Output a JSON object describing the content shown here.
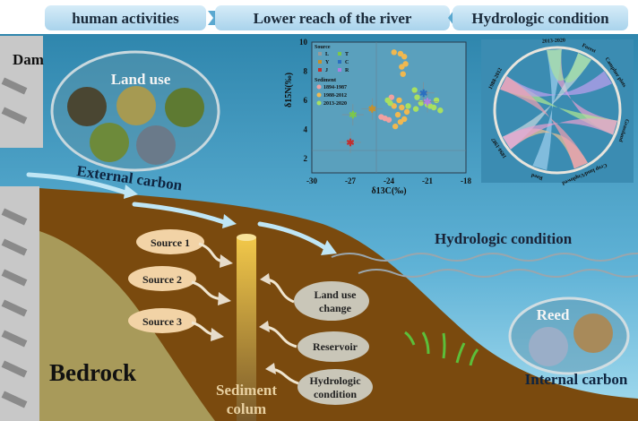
{
  "header": {
    "left": "human activities",
    "middle": "Lower reach of the river",
    "right": "Hydrologic condition"
  },
  "labels": {
    "dam": "Dam",
    "land_use": "Land use",
    "external_carbon": "External carbon",
    "hydrologic_condition": "Hydrologic condition",
    "bedrock": "Bedrock",
    "sediment_1": "Sediment",
    "sediment_2": "colum",
    "reed": "Reed",
    "internal_carbon": "Internal carbon"
  },
  "sources": [
    "Source 1",
    "Source 2",
    "Source 3"
  ],
  "drivers": {
    "land_use_1": "Land use",
    "land_use_2": "change",
    "reservoir": "Reservoir",
    "hydro_1": "Hydrologic",
    "hydro_2": "condition"
  },
  "colors": {
    "sky_top": "#2f86ad",
    "sky_bottom": "#8fcfe6",
    "earth": "#7a4a0e",
    "bedrock": "#a89a5a",
    "dam": "#c8c8c8",
    "header_pill": "#b9dcef"
  },
  "chart_data": [
    {
      "type": "scatter",
      "xlabel": "δ13C(‰)",
      "ylabel": "δ15N(‰)",
      "xlim": [
        -30,
        -18
      ],
      "ylim": [
        1,
        10
      ],
      "xticks": [
        "-30",
        "-27",
        "-24",
        "-21",
        "-18"
      ],
      "yticks": [
        "2",
        "4",
        "6",
        "8",
        "10"
      ],
      "legend": {
        "source_title": "Source",
        "source_items": [
          "L",
          "T",
          "Y",
          "C",
          "J",
          "R"
        ],
        "sediment_title": "Sediment",
        "sediment_items": [
          "1894-1987",
          "1988-2012",
          "2013-2020"
        ],
        "placement": "top-left"
      },
      "sources": [
        {
          "name": "T",
          "x": -26.8,
          "y": 5.0,
          "color": "#7cc84a"
        },
        {
          "name": "Y",
          "x": -25.3,
          "y": 5.4,
          "color": "#c8902a"
        },
        {
          "name": "C",
          "x": -21.3,
          "y": 6.5,
          "color": "#2a6fc0"
        },
        {
          "name": "J",
          "x": -27.0,
          "y": 3.1,
          "color": "#c03030"
        },
        {
          "name": "R",
          "x": -21.0,
          "y": 5.9,
          "color": "#b080e0"
        }
      ],
      "series": [
        {
          "name": "1894-1987",
          "color": "#f0a0a0",
          "points": [
            [
              -24.6,
              4.85
            ],
            [
              -24.3,
              4.75
            ],
            [
              -24.0,
              4.65
            ],
            [
              -23.8,
              6.2
            ]
          ]
        },
        {
          "name": "1988-2012",
          "color": "#f0b850",
          "points": [
            [
              -23.6,
              9.3
            ],
            [
              -23.1,
              9.2
            ],
            [
              -22.8,
              9.0
            ],
            [
              -22.7,
              8.5
            ],
            [
              -23.0,
              8.3
            ],
            [
              -22.9,
              7.8
            ],
            [
              -23.0,
              5.5
            ],
            [
              -23.3,
              5.0
            ],
            [
              -23.1,
              4.5
            ],
            [
              -22.8,
              4.7
            ],
            [
              -23.5,
              4.2
            ],
            [
              -23.2,
              6.0
            ],
            [
              -23.6,
              5.6
            ],
            [
              -22.6,
              5.2
            ]
          ]
        },
        {
          "name": "2013-2020",
          "color": "#a8e060",
          "points": [
            [
              -22.0,
              6.7
            ],
            [
              -21.8,
              6.2
            ],
            [
              -21.5,
              5.8
            ],
            [
              -21.0,
              5.7
            ],
            [
              -20.5,
              5.5
            ],
            [
              -20.0,
              5.3
            ],
            [
              -20.3,
              6.0
            ],
            [
              -22.5,
              5.6
            ],
            [
              -23.9,
              5.8
            ],
            [
              -24.1,
              6.0
            ],
            [
              -21.9,
              5.4
            ],
            [
              -20.8,
              5.6
            ]
          ]
        }
      ]
    },
    {
      "type": "chord",
      "labels": [
        "2013-2020",
        "Forest",
        "Camphor plots",
        "Grassland",
        "Crop land/Unplowed",
        "Reed",
        "1894-1987",
        "1988-2012"
      ]
    }
  ]
}
